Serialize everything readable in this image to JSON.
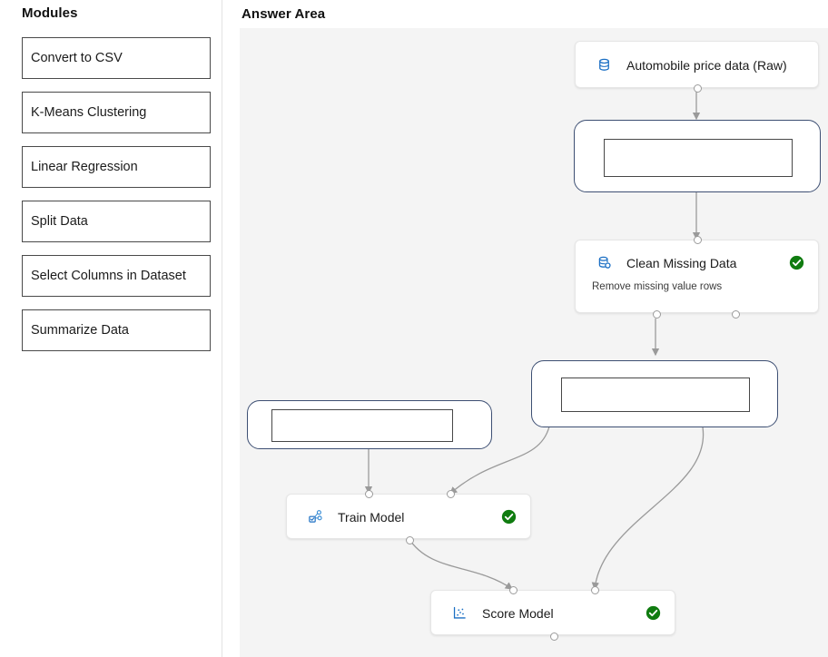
{
  "sidebar": {
    "title": "Modules",
    "items": [
      {
        "label": "Convert to CSV"
      },
      {
        "label": "K-Means Clustering"
      },
      {
        "label": "Linear Regression"
      },
      {
        "label": "Split Data"
      },
      {
        "label": "Select Columns in Dataset"
      },
      {
        "label": "Summarize Data"
      }
    ]
  },
  "answer_area": {
    "title": "Answer Area",
    "colors": {
      "canvas_background": "#f4f4f4",
      "node_border": "#e6e6e6",
      "dropzone_border": "#3d4f73",
      "dropzone_inner_border": "#474747",
      "icon_blue": "#1b6fc4",
      "status_green": "#107c10",
      "edge_gray": "#9a9a9a"
    },
    "nodes": [
      {
        "id": "automobile-price-data",
        "title": "Automobile price data (Raw)",
        "subtitle": "",
        "icon": "database-icon",
        "status": "",
        "has_status": false
      },
      {
        "id": "clean-missing-data",
        "title": "Clean Missing Data",
        "subtitle": "Remove missing value rows",
        "icon": "database-settings-icon",
        "status": "complete-check-icon",
        "has_status": true
      },
      {
        "id": "train-model",
        "title": "Train Model",
        "subtitle": "",
        "icon": "train-model-icon",
        "status": "complete-check-icon",
        "has_status": true
      },
      {
        "id": "score-model",
        "title": "Score Model",
        "subtitle": "",
        "icon": "scatter-plot-icon",
        "status": "complete-check-icon",
        "has_status": true
      }
    ],
    "dropzones": [
      {
        "id": "dropzone-1",
        "label": ""
      },
      {
        "id": "dropzone-2",
        "label": ""
      },
      {
        "id": "dropzone-3",
        "label": ""
      }
    ]
  }
}
